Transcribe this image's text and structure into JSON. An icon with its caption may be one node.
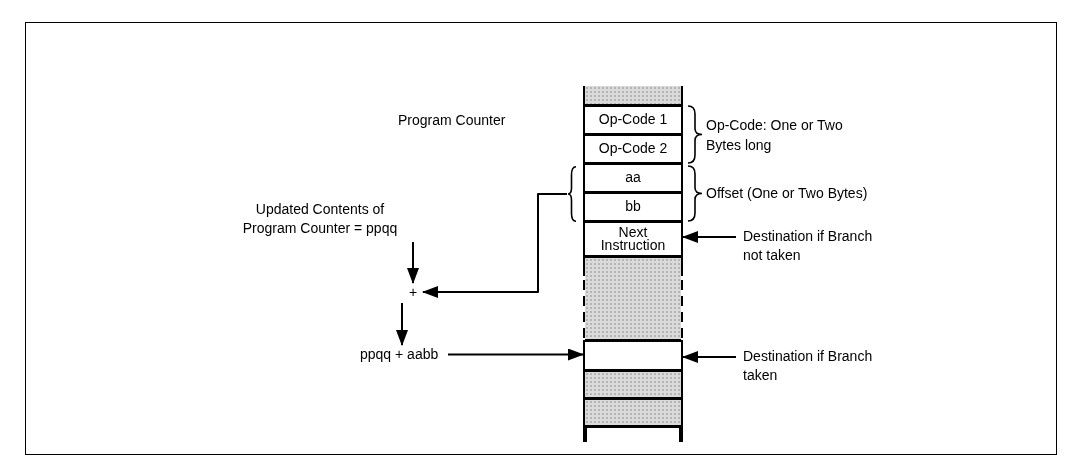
{
  "diagram": {
    "nodes": [
      {
        "text": [],
        "shape": "box"
      },
      {
        "text": [
          "Op-Code 1"
        ]
      },
      {
        "text": [
          "Op-Code 2"
        ]
      },
      {
        "text": [
          "aa"
        ]
      },
      {
        "text": [
          "bb"
        ]
      },
      {
        "text": [
          "Next Instruction"
        ]
      },
      {
        "text": [],
        "shape": "box"
      },
      {
        "text": [],
        "shape": "box"
      },
      {
        "text": [],
        "shape": "box"
      },
      {
        "text": [],
        "shape": "box"
      },
      {
        "text": [
          "Updated Contents of Program Counter = ppqq"
        ]
      },
      {
        "text": [
          "+"
        ]
      },
      {
        "text": [
          "ppqq + aabb"
        ]
      },
      {
        "text": [
          "Destination if Branch not taken"
        ]
      },
      {
        "text": [
          "Destination if Branch taken"
        ]
      },
      {
        "text": [],
        "shape": "brace"
      }
    ],
    "edges": [
      {
        "from": 10,
        "to": 11,
        "arrow": "to"
      },
      {
        "from": 15,
        "to": 11,
        "arrow": "to"
      },
      {
        "from": 11,
        "to": 12,
        "arrow": "to"
      },
      {
        "from": 12,
        "to": 7,
        "arrow": "to"
      },
      {
        "from": 13,
        "to": 5,
        "arrow": "to"
      },
      {
        "from": 14,
        "to": 7,
        "arrow": "to"
      }
    ],
    "labels": [
      "Program Counter",
      "Op-Code: One or Two Bytes long",
      "Offset (One or Two Bytes)"
    ]
  }
}
